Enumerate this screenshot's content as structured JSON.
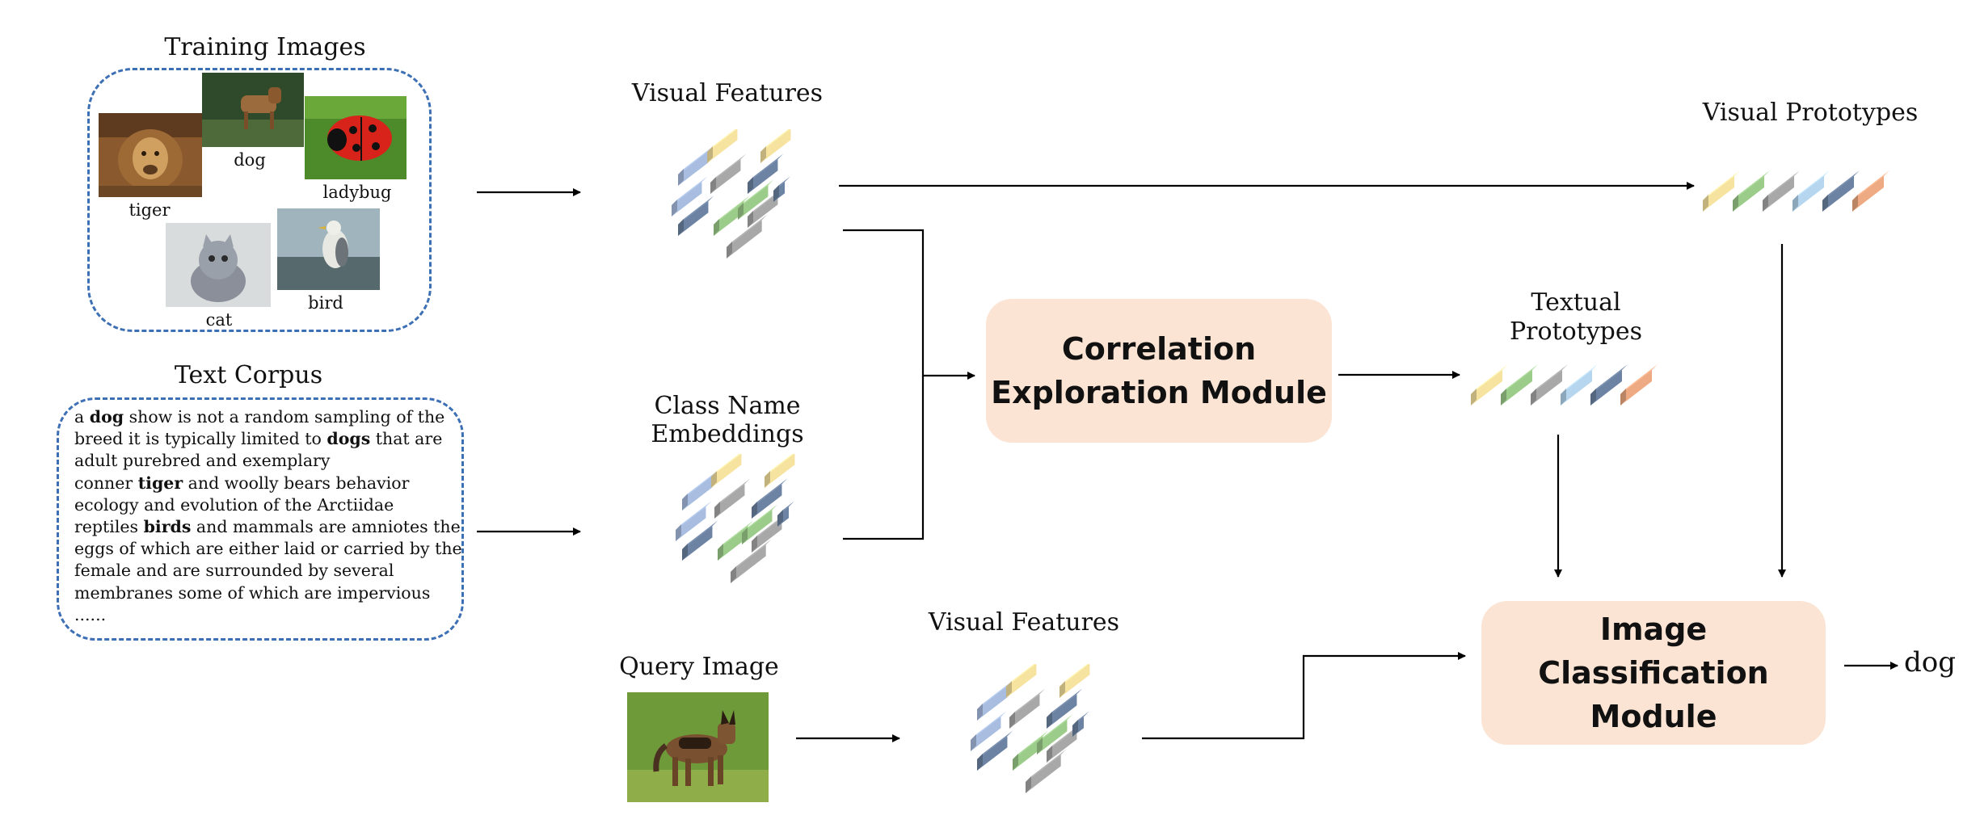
{
  "training": {
    "title": "Training Images",
    "labels": {
      "tiger": "tiger",
      "dog": "dog",
      "ladybug": "ladybug",
      "cat": "cat",
      "bird": "bird"
    }
  },
  "corpus": {
    "title": "Text Corpus",
    "lines": [
      [
        "a ",
        "*dog",
        " show is not a random sampling of the"
      ],
      [
        "breed it is typically limited to ",
        "*dogs",
        " that are"
      ],
      [
        "adult purebred and exemplary"
      ],
      [
        "conner ",
        "*tiger",
        " and woolly bears behavior"
      ],
      [
        "ecology and evolution of the Arctiidae"
      ],
      [
        "reptiles ",
        "*birds",
        " and mammals are amniotes the"
      ],
      [
        "eggs of which are either laid or carried by the"
      ],
      [
        "female and are surrounded by several"
      ],
      [
        "membranes some of which are impervious"
      ],
      [
        "......"
      ]
    ]
  },
  "visual_features_top": {
    "title": "Visual Features"
  },
  "class_name_embeddings": {
    "line1": "Class Name",
    "line2": "Embeddings"
  },
  "query": {
    "title": "Query Image"
  },
  "visual_features_bottom": {
    "title": "Visual Features"
  },
  "correlation_module": {
    "line1": "Correlation",
    "line2": "Exploration Module"
  },
  "textual_prototypes": {
    "line1": "Textual",
    "line2": "Prototypes"
  },
  "visual_prototypes": {
    "title": "Visual Prototypes"
  },
  "classification_module": {
    "line1": "Image Classification",
    "line2": "Module"
  },
  "output": {
    "label": "dog"
  },
  "colors": {
    "blue": "#a8bde0",
    "yellow": "#f7e3a0",
    "gray": "#a8a8a8",
    "navy": "#6d83a3",
    "green": "#9ccc8a",
    "lightblue": "#b5d6ee",
    "orange": "#eeaa82",
    "module_fill": "#fbe4d3",
    "dashed_border": "#3d6fb5"
  }
}
